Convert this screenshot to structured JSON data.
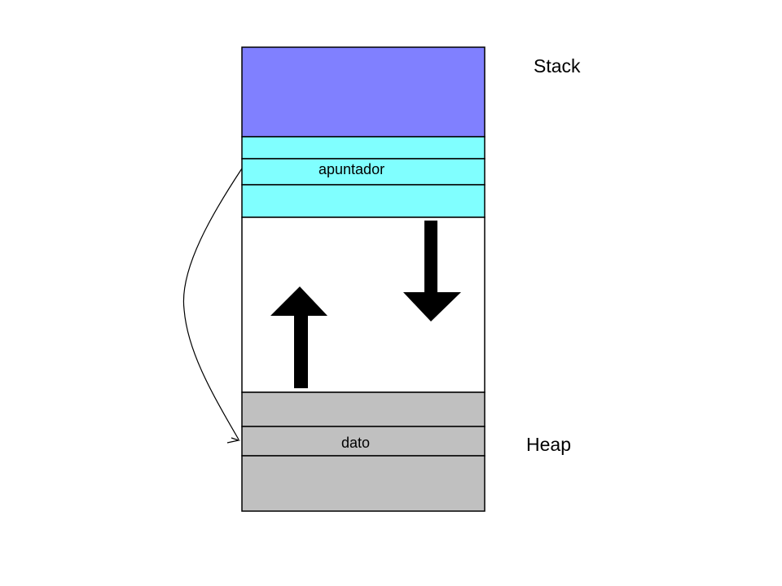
{
  "diagram": {
    "stack_label": "Stack",
    "heap_label": "Heap",
    "pointer_cell_label": "apuntador",
    "data_cell_label": "dato",
    "colors": {
      "stack_top": "#8080ff",
      "stack_frames": "#80ffff",
      "free_space": "#ffffff",
      "heap": "#c0c0c0",
      "outline": "#000000",
      "arrows": "#000000"
    },
    "arrows": {
      "stack_growth": "down",
      "heap_growth": "up"
    },
    "pointer_link": "apuntador-to-dato"
  }
}
